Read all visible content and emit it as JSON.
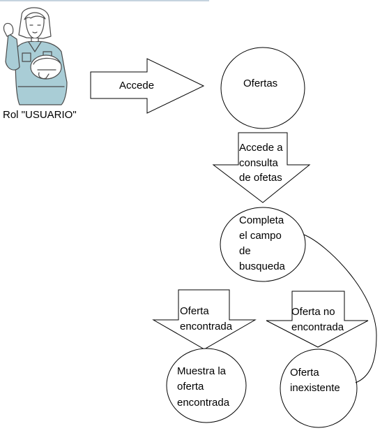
{
  "role_label": "Rol \"USUARIO\"",
  "arrow_access": "Accede",
  "node_offers": "Ofertas",
  "arrow_consult": [
    "Accede a",
    "consulta",
    "de ofetas"
  ],
  "node_complete": [
    "Completa",
    "el campo",
    "de",
    "busqueda"
  ],
  "arrow_found": [
    "Oferta",
    "encontrada"
  ],
  "arrow_not_found": [
    "Oferta no",
    "encontrada"
  ],
  "node_show": [
    "Muestra la",
    "oferta",
    "encontrada"
  ],
  "node_missing": [
    "Oferta",
    "inexistente"
  ],
  "colors": {
    "stroke": "#000000",
    "figure_outline": "#4a4a4a",
    "uniform": "#a9cdd6",
    "helmet": "#ffffff"
  }
}
